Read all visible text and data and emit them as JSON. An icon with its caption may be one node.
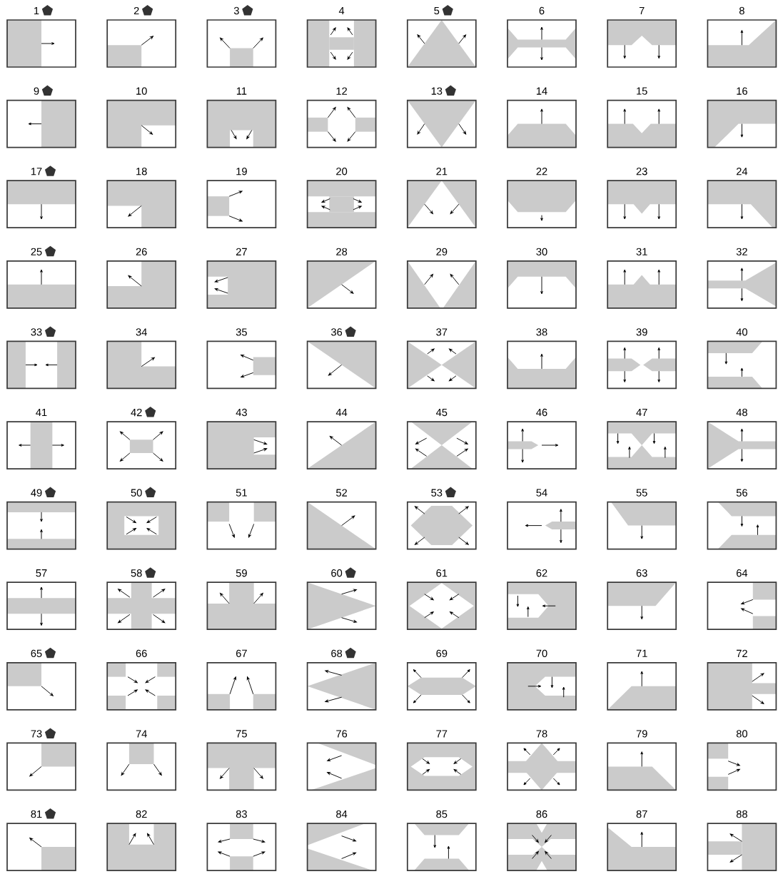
{
  "diagram": {
    "labels": [
      "1",
      "2",
      "3",
      "4",
      "5",
      "6",
      "7",
      "8",
      "9",
      "10",
      "11",
      "12",
      "13",
      "14",
      "15",
      "16",
      "17",
      "18",
      "19",
      "20",
      "21",
      "22",
      "23",
      "24",
      "25",
      "26",
      "27",
      "28",
      "29",
      "30",
      "31",
      "32",
      "33",
      "34",
      "35",
      "36",
      "37",
      "38",
      "39",
      "40",
      "41",
      "42",
      "43",
      "44",
      "45",
      "46",
      "47",
      "48",
      "49",
      "50",
      "51",
      "52",
      "53",
      "54",
      "55",
      "56",
      "57",
      "58",
      "59",
      "60",
      "61",
      "62",
      "63",
      "64",
      "65",
      "66",
      "67",
      "68",
      "69",
      "70",
      "71",
      "72",
      "73",
      "74",
      "75",
      "76",
      "77",
      "78",
      "79",
      "80",
      "81",
      "82",
      "83",
      "84",
      "85",
      "86",
      "87",
      "88"
    ]
  }
}
